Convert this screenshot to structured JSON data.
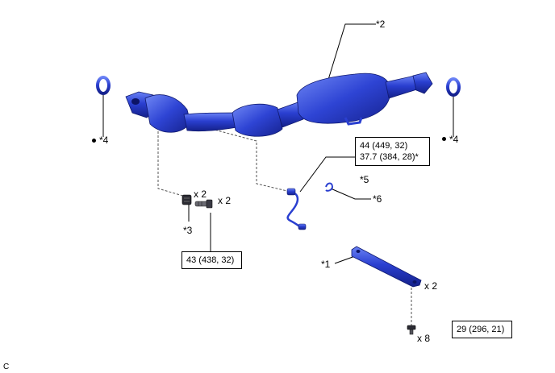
{
  "callouts": {
    "part1": "*1",
    "part2": "*2",
    "part3": "*3",
    "part4_left": "*4",
    "part4_right": "*4",
    "part5": "*5",
    "part6": "*6"
  },
  "quantities": {
    "stud_nut": "x 2",
    "bolt": "x 2",
    "bracket": "x 2",
    "bracket_bolts": "x 8"
  },
  "torque_specs": {
    "sensor_line1": "44 (449, 32)",
    "sensor_line2": "37.7 (384, 28)*",
    "stud_bolt": "43 (438, 32)",
    "bracket_bolt": "29 (296, 21)"
  },
  "corner_code": "C",
  "colors": {
    "part_blue": "#2a3fd0",
    "part_dark": "#1a2a99",
    "part_light": "#5f78f0"
  }
}
